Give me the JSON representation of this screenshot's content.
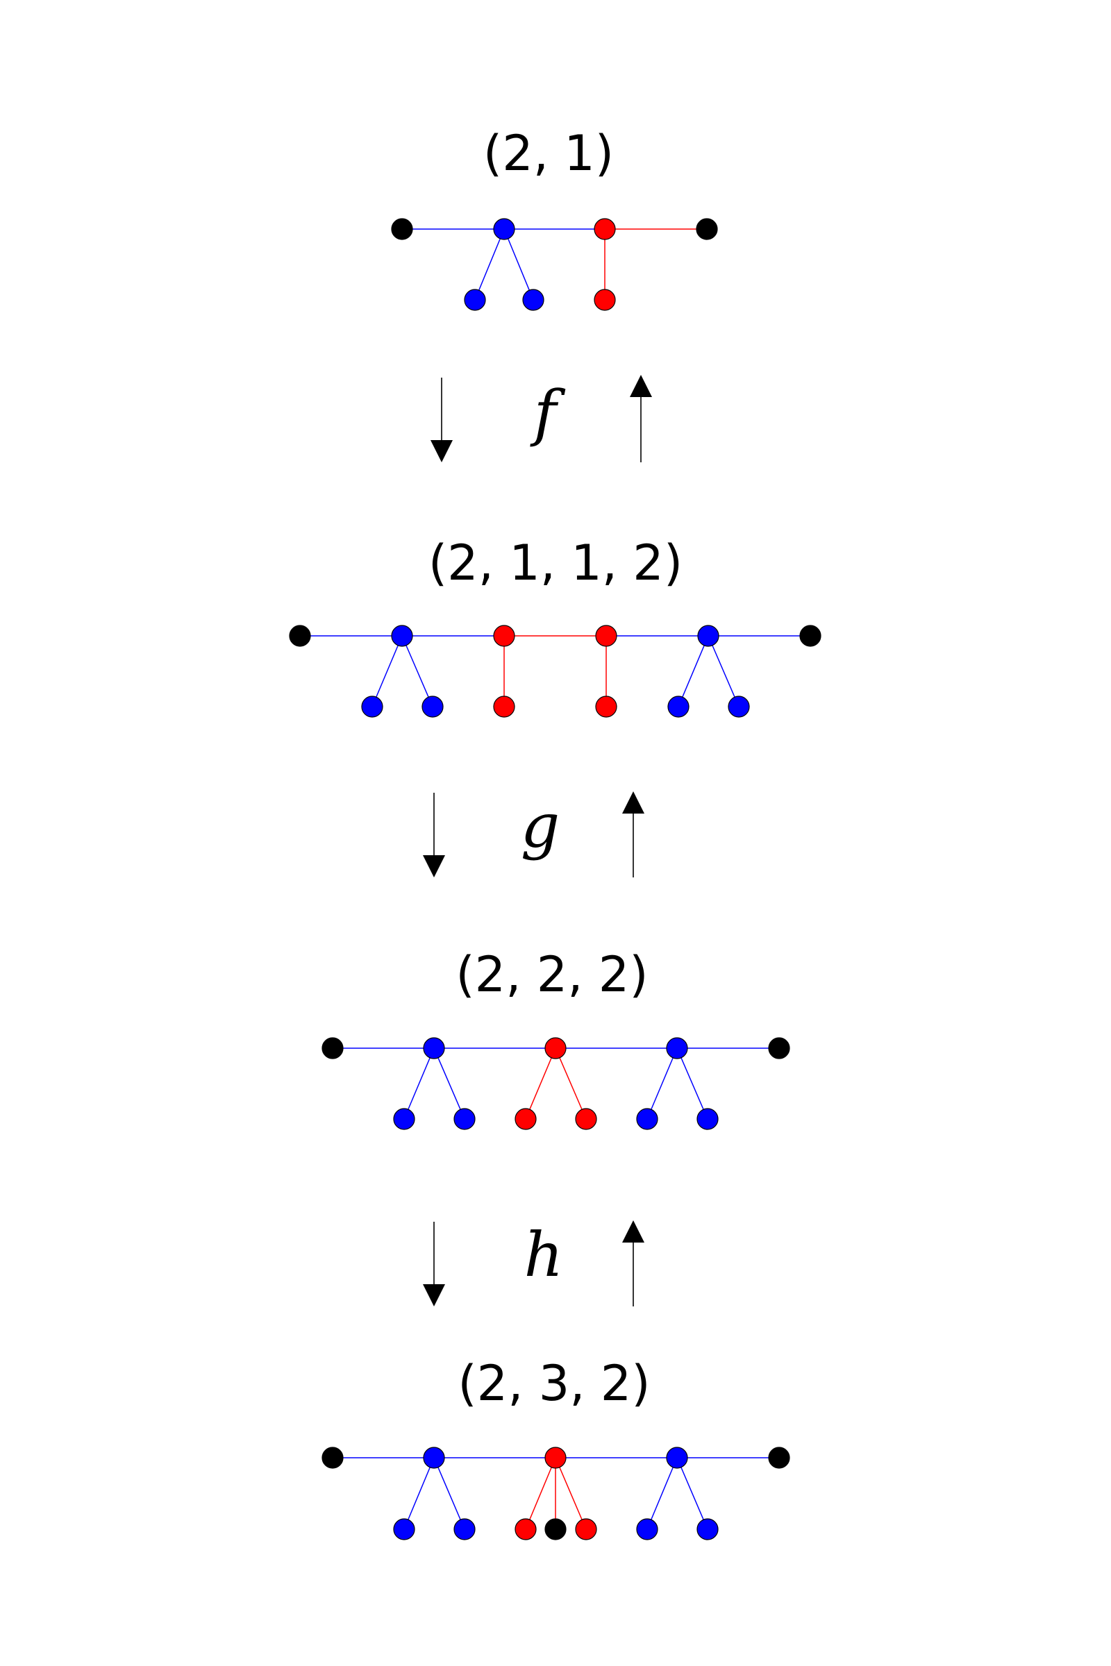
{
  "colors": {
    "blue": "#0000ff",
    "red": "#ff0000",
    "black": "#000000"
  },
  "stages": [
    {
      "label": "(2, 1)"
    },
    {
      "label": "(2, 1, 1, 2)"
    },
    {
      "label": "(2, 2, 2)"
    },
    {
      "label": "(2, 3, 2)"
    }
  ],
  "maps": [
    {
      "label": "f"
    },
    {
      "label": "g"
    },
    {
      "label": "h"
    }
  ]
}
